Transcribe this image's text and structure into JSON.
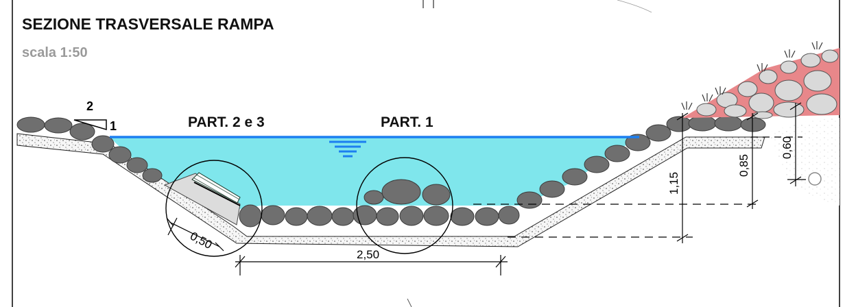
{
  "drawing": {
    "title": "SEZIONE TRASVERSALE RAMPA",
    "scale": "scala 1:50",
    "slope_ratio": {
      "horizontal": "2",
      "vertical": "1"
    },
    "part_labels": {
      "left": "PART. 2 e 3",
      "center": "PART. 1"
    },
    "dimensions": {
      "side_thickness": "0,50",
      "bottom_width": "2,50",
      "depth_total": "1,15",
      "depth_water": "0,85",
      "bank_height": "0,60"
    },
    "colors": {
      "water": "#7fe6ec",
      "water_line": "#1c7ff0",
      "rock": "#6f6f6f",
      "rock_light": "#d9d9d9",
      "riprap_mortar": "#e8878a",
      "gravel": "#f4f4f4",
      "vegetation": "#333333"
    }
  }
}
